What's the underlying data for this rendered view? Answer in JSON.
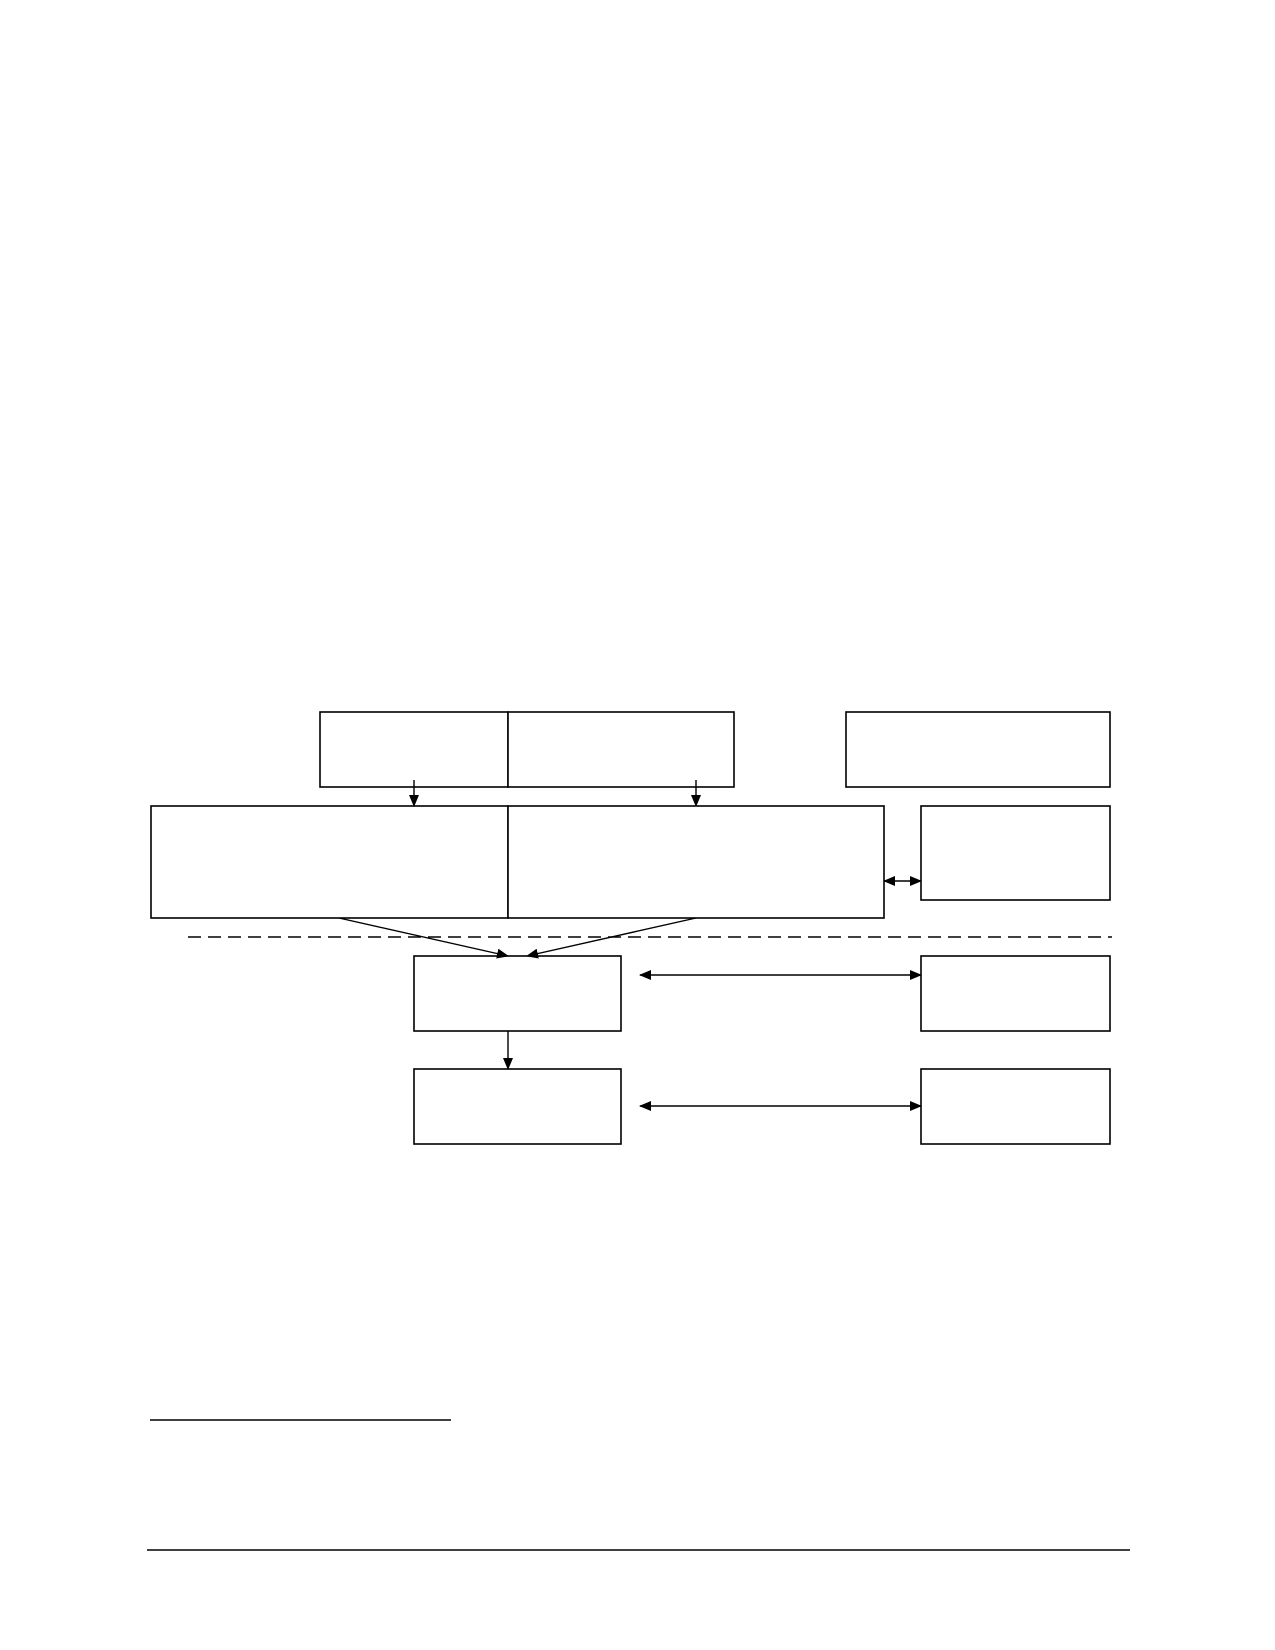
{
  "document": {
    "page": "",
    "footnote_text": ""
  },
  "diagram": {
    "line_color": "#000000",
    "background_color": "#ffffff",
    "boxes": [
      {
        "id": "top-left-left",
        "label": ""
      },
      {
        "id": "top-left-right",
        "label": ""
      },
      {
        "id": "top-right",
        "label": ""
      },
      {
        "id": "middle-left",
        "label": ""
      },
      {
        "id": "middle-right",
        "label": ""
      },
      {
        "id": "side-box-1",
        "label": ""
      },
      {
        "id": "lower-center-1",
        "label": ""
      },
      {
        "id": "side-box-2",
        "label": ""
      },
      {
        "id": "lower-center-2",
        "label": ""
      },
      {
        "id": "side-box-3",
        "label": ""
      }
    ]
  }
}
